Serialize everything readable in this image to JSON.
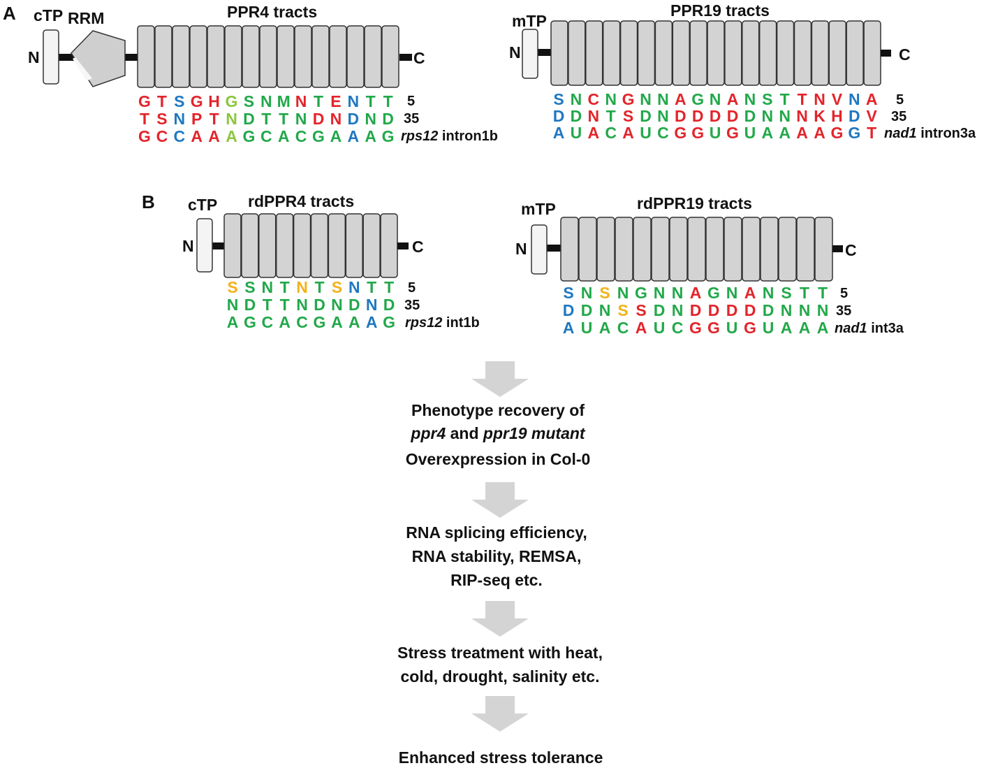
{
  "colors": {
    "red": "#e3242b",
    "green": "#22a84a",
    "blue": "#1f78c1",
    "lightgreen": "#8cc63f",
    "yellow": "#f2b21a",
    "black": "#111111",
    "repeat_fill": "#d3d3d3",
    "repeat_stroke": "#333333",
    "arrow": "#d4d4d4"
  },
  "panelA": {
    "letter": "A",
    "ppr4": {
      "cTP": "cTP",
      "RRM": "RRM",
      "title": "PPR4 tracts",
      "N": "N",
      "C": "C",
      "num1": "5",
      "num2": "35",
      "target_italic": "rps12",
      "target_rest": " intron1b",
      "row1": "GTSGHGSNMNTENTT",
      "row1_colors": "rrbrrlgggrgrbgg",
      "row2": "TSNPTNDTTNDNDND",
      "row2_colors": "rrbrrlggggdrbgg",
      "row3": "GCCAAAGCACGAAAG",
      "row3_colors": "rrbrrlgggggrbgg"
    },
    "ppr19": {
      "mTP": "mTP",
      "title": "PPR19 tracts",
      "N": "N",
      "C": "C",
      "num1": "5",
      "num2": "35",
      "target_italic": "nad1",
      "target_rest": " intron3a",
      "row1": "SNCNGNNAGNANSTTNVNA",
      "row1_colors": "bgrgrggrggrgggrrrbr",
      "row2": "DDNTSDNDDDDDNNNKHDV",
      "row2_colors": "bgrgrggrggrgggrrrbr",
      "row3": "AUACAUCGGUGUAAAAGGT",
      "row3_colors": "bgrgrggrggrgggrrrbr"
    }
  },
  "panelB": {
    "letter": "B",
    "rdppr4": {
      "cTP": "cTP",
      "title": "rdPPR4 tracts",
      "N": "N",
      "C": "C",
      "num1": "5",
      "num2": "35",
      "target_italic": "rps12",
      "target_rest": " int1b",
      "row1": "SSNTNTSNTT",
      "row1_colors": "ygggygybgg",
      "row2": "NDTTNDNDND",
      "row2_colors": "ggggggggbg",
      "row3": "AGCACGAAAG",
      "row3_colors": "ggggggggbg"
    },
    "rdppr19": {
      "mTP": "mTP",
      "title": "rdPPR19 tracts",
      "N": "N",
      "C": "C",
      "num1": "5",
      "num2": "35",
      "target_italic": "nad1",
      "target_rest": " int3a",
      "row1": "SNSNGNNAGNANSTT",
      "row1_colors": "bgyggggrgg rgggg",
      "row2": "DDNSSDNDDDDDNNN",
      "row2_colors": "bggyrggrrrrgggg",
      "row3": "AUACAUCGGUGUAAA",
      "row3_colors": "bgggrggrrgrgggg"
    }
  },
  "flow": {
    "step1_line1": "Phenotype recovery of",
    "step1_line2_a": "ppr4",
    "step1_line2_b": " and ",
    "step1_line2_c": "ppr19 mutant",
    "step1_line3": "Overexpression in Col-0",
    "step2_line1": "RNA splicing efficiency,",
    "step2_line2": "RNA stability, REMSA,",
    "step2_line3": "RIP-seq etc.",
    "step3_line1": "Stress treatment with heat,",
    "step3_line2": "cold, drought, salinity etc.",
    "step4_line1": "Enhanced stress tolerance"
  }
}
